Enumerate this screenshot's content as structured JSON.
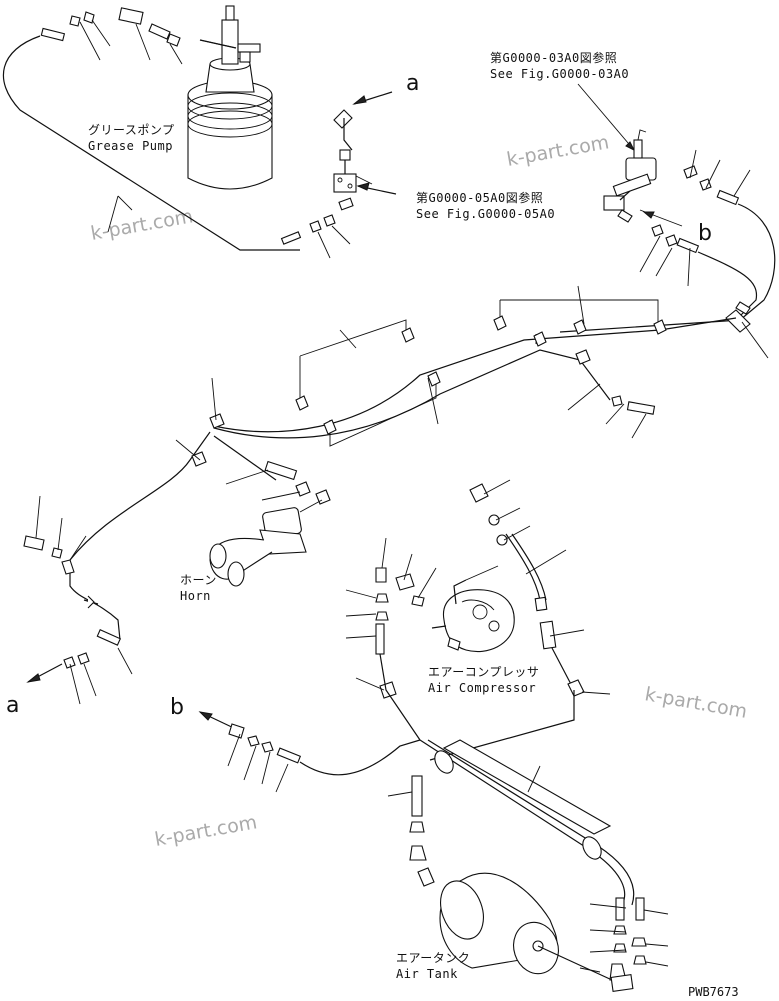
{
  "labels": {
    "grease_pump_jp": "グリースポンプ",
    "grease_pump_en": "Grease Pump",
    "horn_jp": "ホーン",
    "horn_en": "Horn",
    "air_compressor_jp": "エアーコンプレッサ",
    "air_compressor_en": "Air Compressor",
    "air_tank_jp": "エアータンク",
    "air_tank_en": "Air Tank"
  },
  "references": {
    "ref_03a0_jp": "第G0000-03A0図参照",
    "ref_03a0_en": "See Fig.G0000-03A0",
    "ref_05a0_jp": "第G0000-05A0図参照",
    "ref_05a0_en": "See Fig.G0000-05A0"
  },
  "connectors": {
    "a": "a",
    "b": "b"
  },
  "watermark": "k-part.com",
  "drawing_code": "PWB7673",
  "colors": {
    "line": "#111111",
    "watermark": "#aaaaaa",
    "background": "#ffffff"
  }
}
